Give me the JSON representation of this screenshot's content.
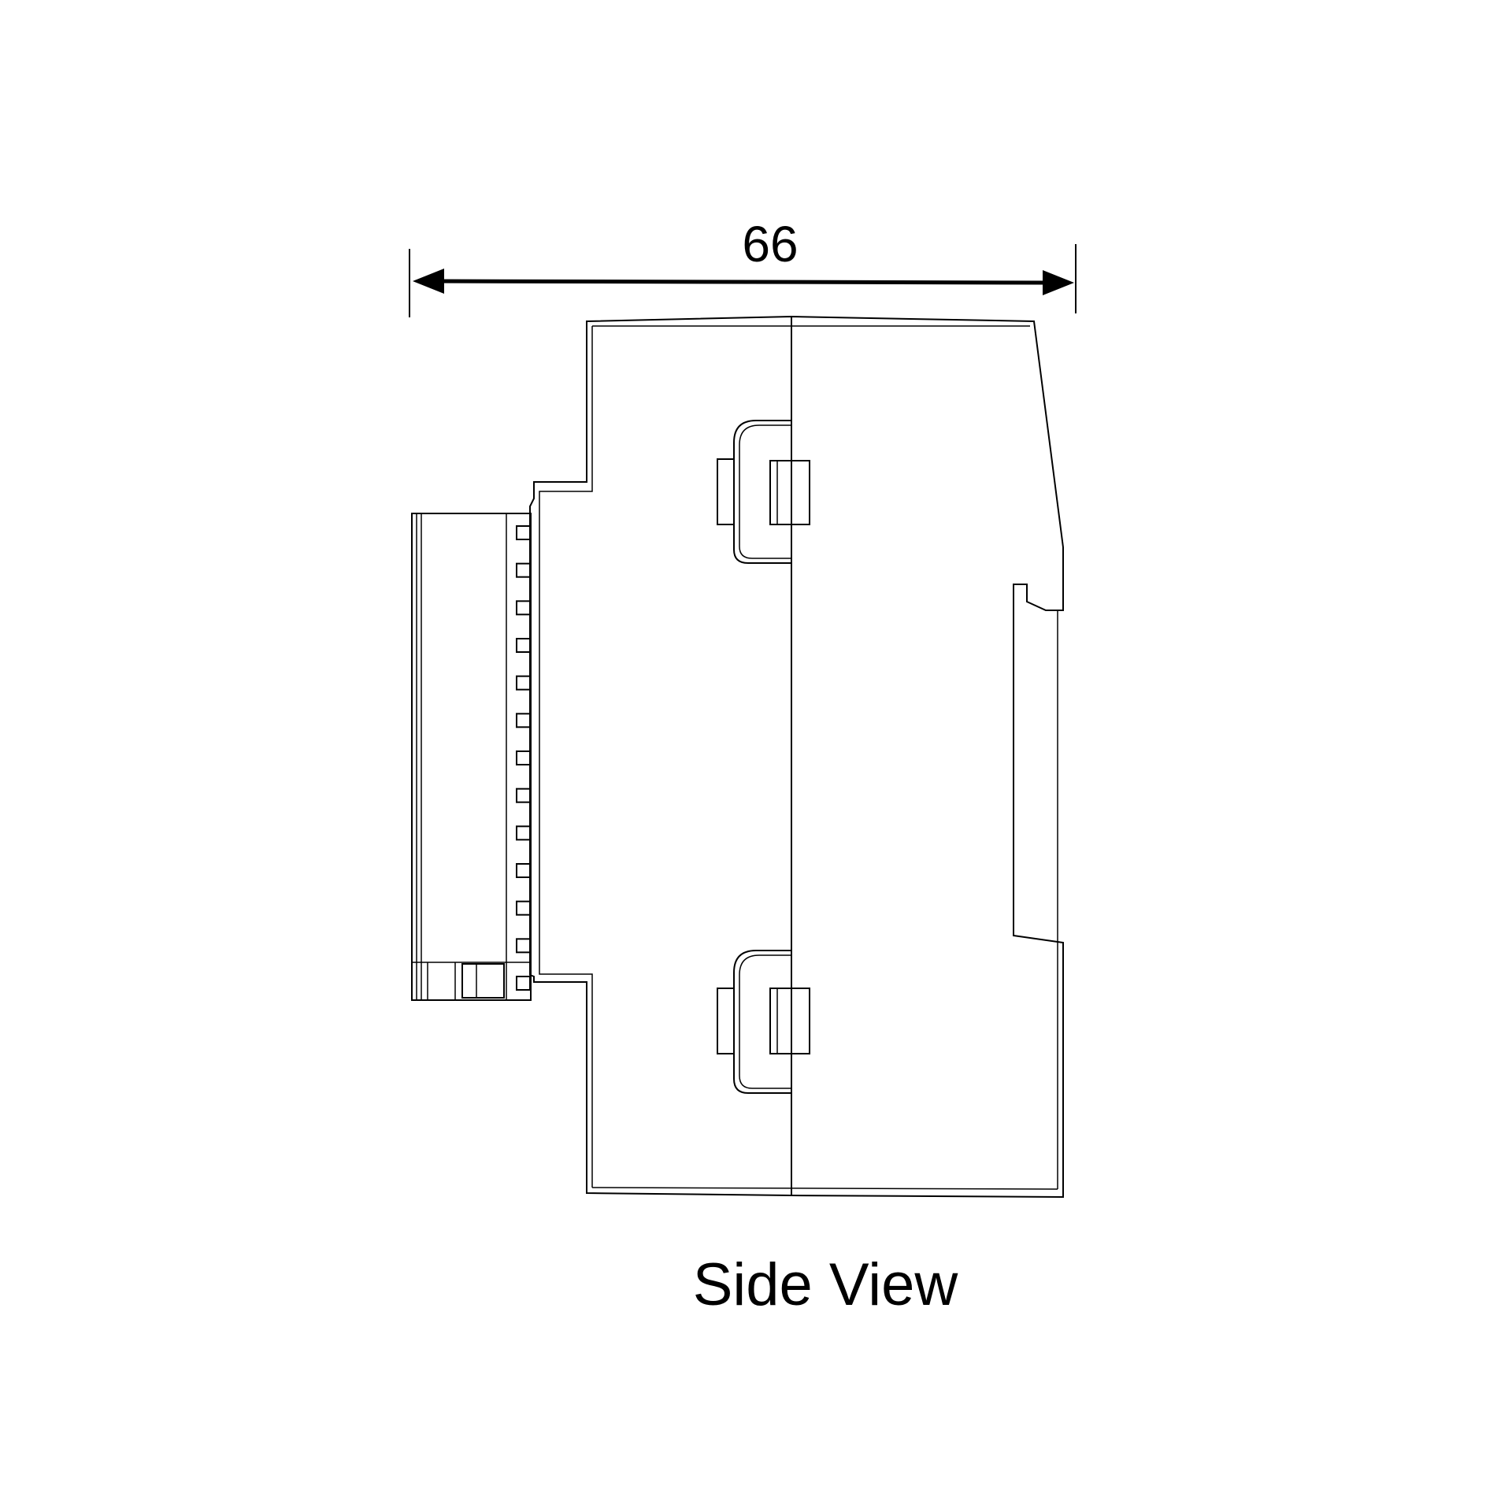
{
  "dimension": {
    "width_label": "66"
  },
  "caption": "Side View",
  "terminal_count": 13
}
